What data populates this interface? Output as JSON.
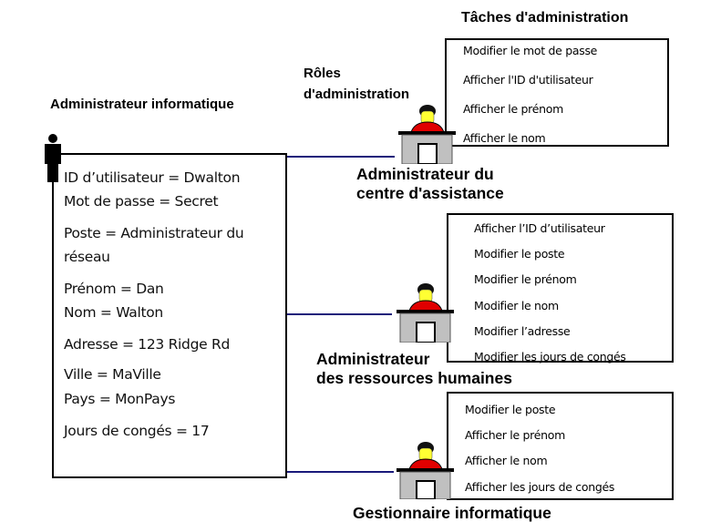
{
  "header": {
    "tasks_title": "Tâches d'administration",
    "roles_title_line1": "Rôles",
    "roles_title_line2": "d'administration",
    "user_title": "Administrateur informatique"
  },
  "user_attributes": [
    "ID d’utilisateur = Dwalton",
    "Mot de passe = Secret",
    "Poste = Administrateur du",
    "réseau",
    "Prénom = Dan",
    "Nom = Walton",
    "Adresse = 123 Ridge Rd",
    "Ville = MaVille",
    "Pays = MonPays",
    "Jours de congés = 17"
  ],
  "roles": [
    {
      "line1": "Administrateur du",
      "line2": "centre d'assistance",
      "tasks": [
        "Modifier le mot de passe",
        "Afficher l'ID d'utilisateur",
        "Afficher le prénom",
        "Afficher le nom"
      ]
    },
    {
      "line1": "Administrateur",
      "line2": "des ressources humaines",
      "tasks": [
        "Afficher l’ID d’utilisateur",
        "Modifier le poste",
        "Modifier le prénom",
        "Modifier le nom",
        "Modifier l’adresse",
        "Modifier les jours de congés"
      ]
    },
    {
      "line1": "Gestionnaire informatique",
      "line2": "",
      "tasks": [
        "Modifier le poste",
        "Afficher le prénom",
        "Afficher le nom",
        "Afficher les jours de congés"
      ]
    }
  ],
  "colors": {
    "connector": "#1a1a7a",
    "shirt": "#e00000",
    "face": "#ffff33",
    "desk": "#c0c0c0"
  }
}
